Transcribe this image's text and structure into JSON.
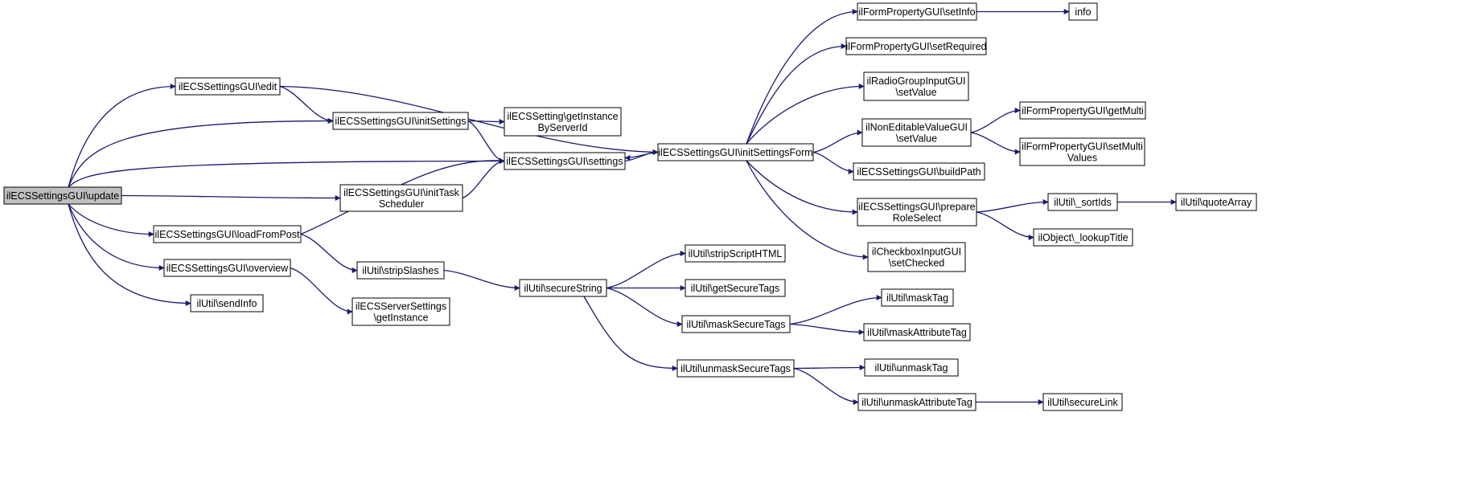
{
  "colors": {
    "edge": "#191970",
    "node_border": "#000000",
    "node_fill": "#ffffff",
    "root_fill": "#bfbfbf"
  },
  "nodes": [
    {
      "id": "update",
      "lines": [
        "ilECSSettingsGUI\\update"
      ],
      "root": true
    },
    {
      "id": "edit",
      "lines": [
        "ilECSSettingsGUI\\edit"
      ]
    },
    {
      "id": "initSettings",
      "lines": [
        "ilECSSettingsGUI\\initSettings"
      ]
    },
    {
      "id": "getInstanceByServerId",
      "lines": [
        "ilECSSetting\\getInstance",
        "ByServerId"
      ]
    },
    {
      "id": "settings",
      "lines": [
        "ilECSSettingsGUI\\settings"
      ]
    },
    {
      "id": "initTaskScheduler",
      "lines": [
        "ilECSSettingsGUI\\initTask",
        "Scheduler"
      ]
    },
    {
      "id": "loadFromPost",
      "lines": [
        "ilECSSettingsGUI\\loadFromPost"
      ]
    },
    {
      "id": "overview",
      "lines": [
        "ilECSSettingsGUI\\overview"
      ]
    },
    {
      "id": "sendInfo",
      "lines": [
        "ilUtil\\sendInfo"
      ]
    },
    {
      "id": "stripSlashes",
      "lines": [
        "ilUtil\\stripSlashes"
      ]
    },
    {
      "id": "serverGetInstance",
      "lines": [
        "ilECSServerSettings",
        "\\getInstance"
      ]
    },
    {
      "id": "initSettingsForm",
      "lines": [
        "ilECSSettingsGUI\\initSettingsForm"
      ]
    },
    {
      "id": "secureString",
      "lines": [
        "ilUtil\\secureString"
      ]
    },
    {
      "id": "stripScriptHTML",
      "lines": [
        "ilUtil\\stripScriptHTML"
      ]
    },
    {
      "id": "getSecureTags",
      "lines": [
        "ilUtil\\getSecureTags"
      ]
    },
    {
      "id": "maskSecureTags",
      "lines": [
        "ilUtil\\maskSecureTags"
      ]
    },
    {
      "id": "unmaskSecureTags",
      "lines": [
        "ilUtil\\unmaskSecureTags"
      ]
    },
    {
      "id": "setInfo",
      "lines": [
        "ilFormPropertyGUI\\setInfo"
      ]
    },
    {
      "id": "info",
      "lines": [
        "info"
      ]
    },
    {
      "id": "setRequired",
      "lines": [
        "ilFormPropertyGUI\\setRequired"
      ]
    },
    {
      "id": "radioSetValue",
      "lines": [
        "ilRadioGroupInputGUI",
        "\\setValue"
      ]
    },
    {
      "id": "nonEditSetValue",
      "lines": [
        "ilNonEditableValueGUI",
        "\\setValue"
      ]
    },
    {
      "id": "getMulti",
      "lines": [
        "ilFormPropertyGUI\\getMulti"
      ]
    },
    {
      "id": "setMultiValues",
      "lines": [
        "ilFormPropertyGUI\\setMulti",
        "Values"
      ]
    },
    {
      "id": "buildPath",
      "lines": [
        "ilECSSettingsGUI\\buildPath"
      ]
    },
    {
      "id": "prepareRoleSelect",
      "lines": [
        "ilECSSettingsGUI\\prepare",
        "RoleSelect"
      ]
    },
    {
      "id": "sortIds",
      "lines": [
        "ilUtil\\_sortIds"
      ]
    },
    {
      "id": "quoteArray",
      "lines": [
        "ilUtil\\quoteArray"
      ]
    },
    {
      "id": "lookupTitle",
      "lines": [
        "ilObject\\_lookupTitle"
      ]
    },
    {
      "id": "checkboxSetChecked",
      "lines": [
        "ilCheckboxInputGUI",
        "\\setChecked"
      ]
    },
    {
      "id": "maskTag",
      "lines": [
        "ilUtil\\maskTag"
      ]
    },
    {
      "id": "maskAttributeTag",
      "lines": [
        "ilUtil\\maskAttributeTag"
      ]
    },
    {
      "id": "unmaskTag",
      "lines": [
        "ilUtil\\unmaskTag"
      ]
    },
    {
      "id": "unmaskAttributeTag",
      "lines": [
        "ilUtil\\unmaskAttributeTag"
      ]
    },
    {
      "id": "secureLink",
      "lines": [
        "ilUtil\\secureLink"
      ]
    }
  ],
  "edges": [
    [
      "update",
      "edit"
    ],
    [
      "update",
      "initSettings"
    ],
    [
      "update",
      "settings"
    ],
    [
      "update",
      "initTaskScheduler"
    ],
    [
      "update",
      "loadFromPost"
    ],
    [
      "update",
      "overview"
    ],
    [
      "update",
      "sendInfo"
    ],
    [
      "edit",
      "initSettings"
    ],
    [
      "edit",
      "initSettingsForm"
    ],
    [
      "initSettings",
      "getInstanceByServerId"
    ],
    [
      "initSettings",
      "settings"
    ],
    [
      "initTaskScheduler",
      "settings"
    ],
    [
      "loadFromPost",
      "settings"
    ],
    [
      "loadFromPost",
      "stripSlashes"
    ],
    [
      "overview",
      "serverGetInstance"
    ],
    [
      "settings",
      "initSettingsForm"
    ],
    [
      "initSettingsForm",
      "settings"
    ],
    [
      "stripSlashes",
      "secureString"
    ],
    [
      "secureString",
      "stripScriptHTML"
    ],
    [
      "secureString",
      "getSecureTags"
    ],
    [
      "secureString",
      "maskSecureTags"
    ],
    [
      "secureString",
      "unmaskSecureTags"
    ],
    [
      "initSettingsForm",
      "setInfo"
    ],
    [
      "initSettingsForm",
      "setRequired"
    ],
    [
      "initSettingsForm",
      "radioSetValue"
    ],
    [
      "initSettingsForm",
      "nonEditSetValue"
    ],
    [
      "initSettingsForm",
      "buildPath"
    ],
    [
      "initSettingsForm",
      "prepareRoleSelect"
    ],
    [
      "initSettingsForm",
      "checkboxSetChecked"
    ],
    [
      "setInfo",
      "info"
    ],
    [
      "nonEditSetValue",
      "getMulti"
    ],
    [
      "nonEditSetValue",
      "setMultiValues"
    ],
    [
      "prepareRoleSelect",
      "sortIds"
    ],
    [
      "prepareRoleSelect",
      "lookupTitle"
    ],
    [
      "sortIds",
      "quoteArray"
    ],
    [
      "maskSecureTags",
      "maskTag"
    ],
    [
      "maskSecureTags",
      "maskAttributeTag"
    ],
    [
      "unmaskSecureTags",
      "unmaskTag"
    ],
    [
      "unmaskSecureTags",
      "unmaskAttributeTag"
    ],
    [
      "unmaskAttributeTag",
      "secureLink"
    ]
  ]
}
